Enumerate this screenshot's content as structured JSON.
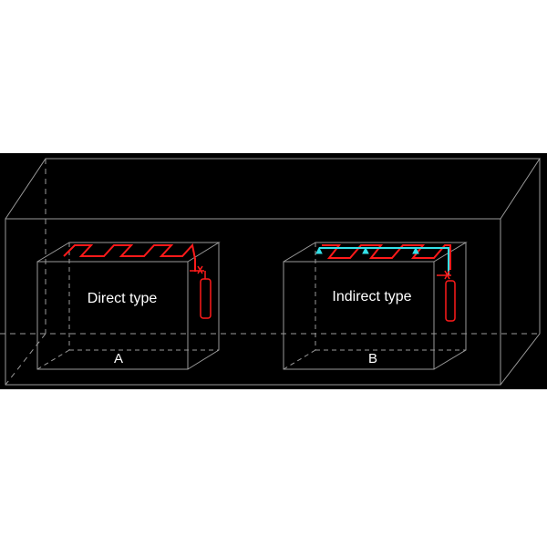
{
  "diagram": {
    "colors": {
      "background": "#000000",
      "page": "#ffffff",
      "wireframe": "#9a9a9a",
      "pipe_red": "#ff1a1a",
      "pipe_cyan": "#33e0e8",
      "text": "#ffffff"
    },
    "box_a": {
      "title": "Direct type",
      "letter": "A"
    },
    "box_b": {
      "title": "Indirect type",
      "letter": "B"
    }
  }
}
